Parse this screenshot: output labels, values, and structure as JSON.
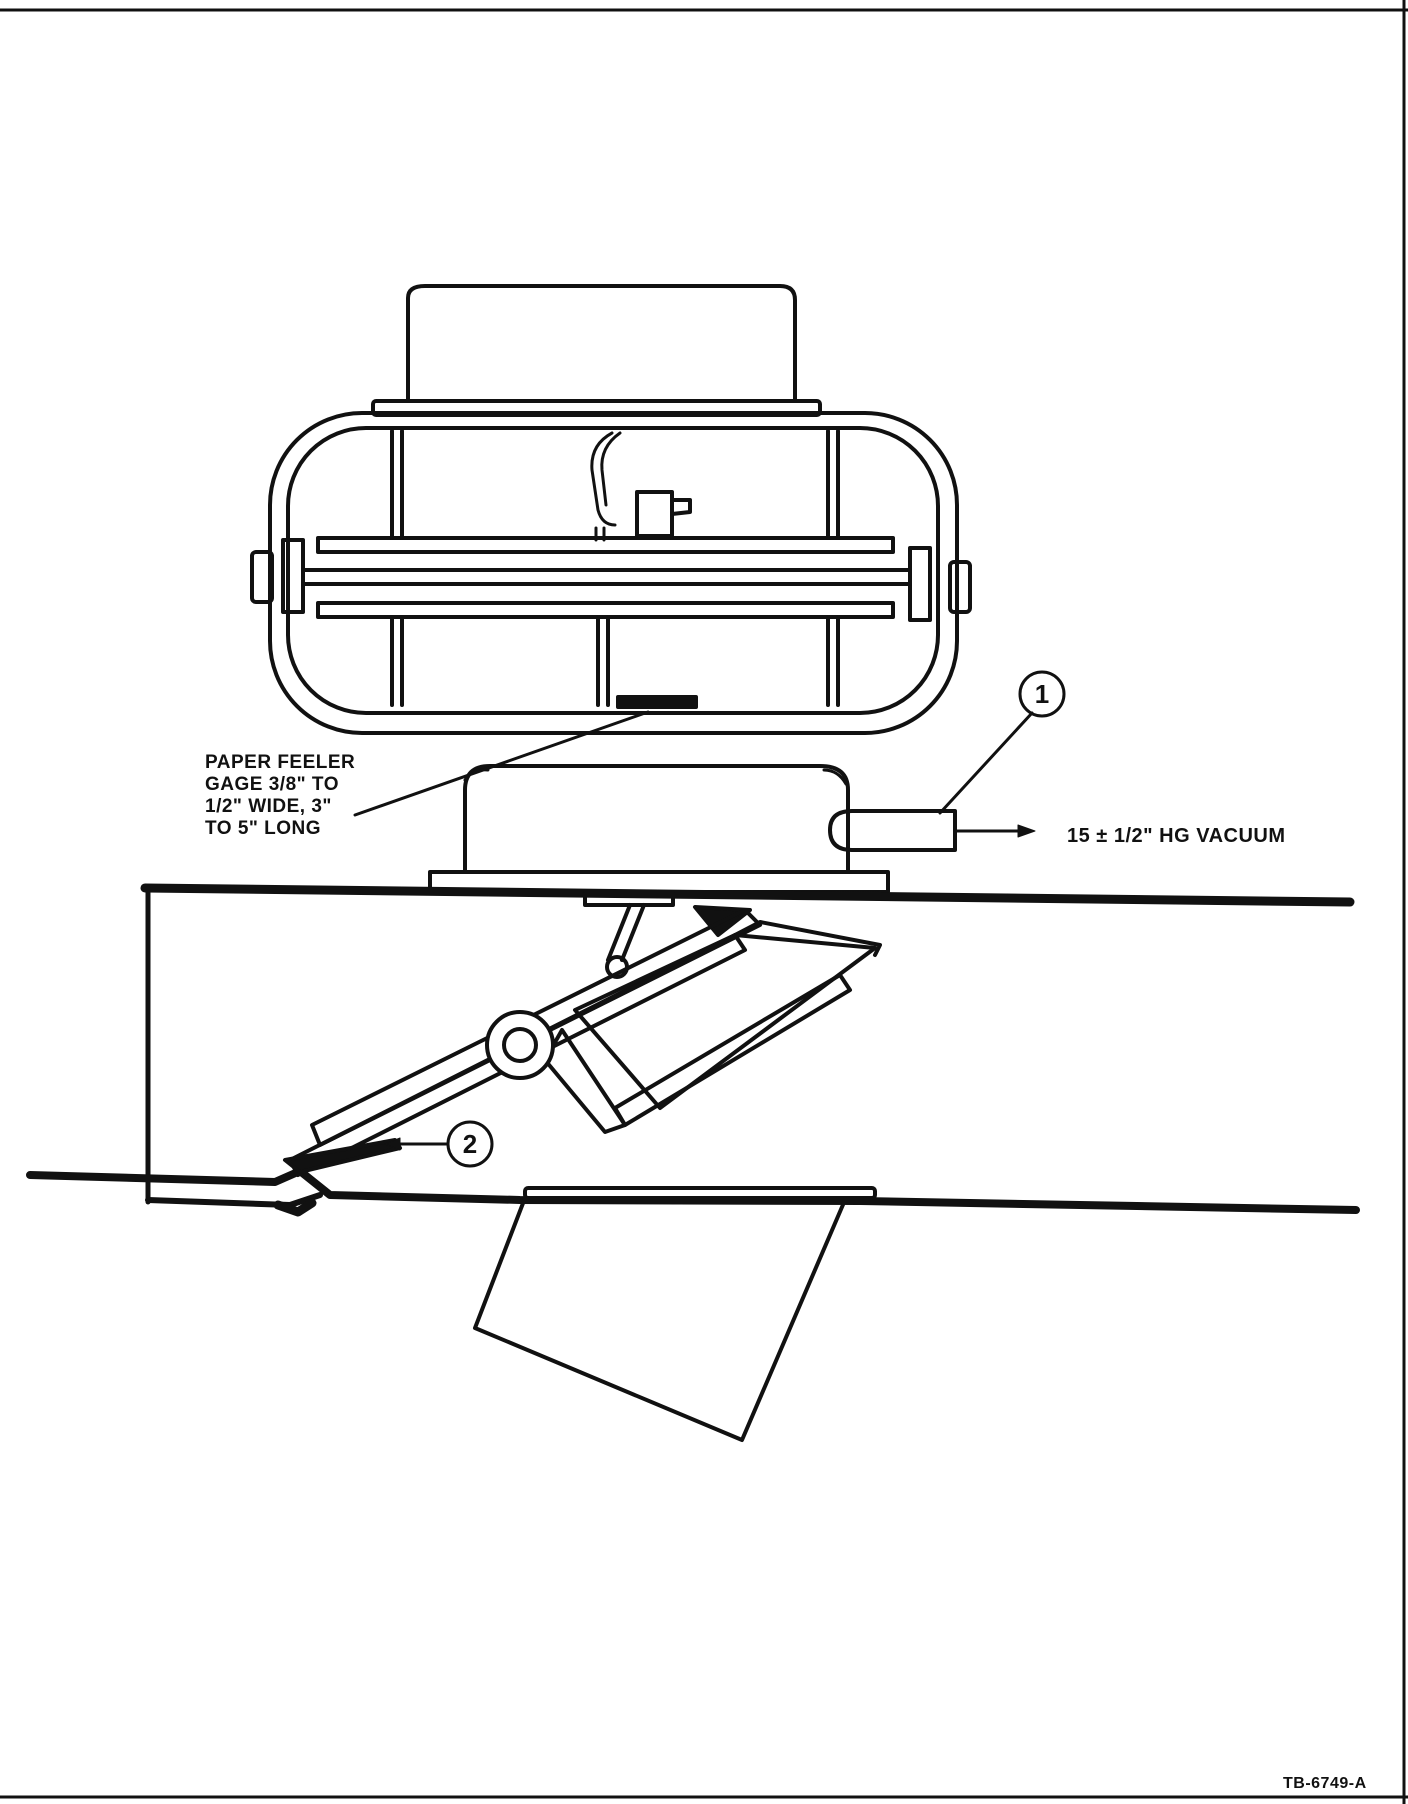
{
  "labels": {
    "paper_feeler_lines": [
      "PAPER FEELER",
      "GAGE 3/8\" TO",
      "1/2\" WIDE, 3\"",
      "TO 5\" LONG"
    ],
    "vacuum": "15 ± 1/2\" HG VACUUM",
    "figure_id": "TB-6749-A"
  },
  "callouts": [
    {
      "number": "1"
    },
    {
      "number": "2"
    }
  ],
  "colors": {
    "ink": "#111111",
    "paper": "#ffffff"
  }
}
